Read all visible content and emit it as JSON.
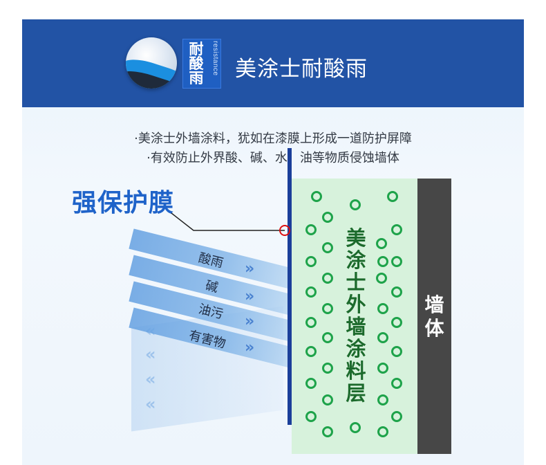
{
  "header": {
    "badge_cn": "耐酸雨",
    "badge_en": "resistance",
    "title": "美涂士耐酸雨"
  },
  "description": {
    "line1": "·美涂士外墙涂料，犹如在漆膜上形成一道防护屏障",
    "line2": "·有效防止外界酸、碱、水、油等物质侵蚀墙体"
  },
  "diagram": {
    "film_label": "强保护膜",
    "layer_label": "美涂士外墙涂料层",
    "wall_label": "墙体",
    "bands": [
      "酸雨",
      "碱",
      "油污",
      "有害物"
    ],
    "forward_chevrons": "»",
    "back_chevrons": "«",
    "colors": {
      "header_blue": "#2253a5",
      "film_blue": "#1b3f9a",
      "coating_green": "#d7f2dc",
      "dot_green": "#1ea34a",
      "wall_gray": "#474747",
      "label_blue": "#1f63c9"
    }
  }
}
